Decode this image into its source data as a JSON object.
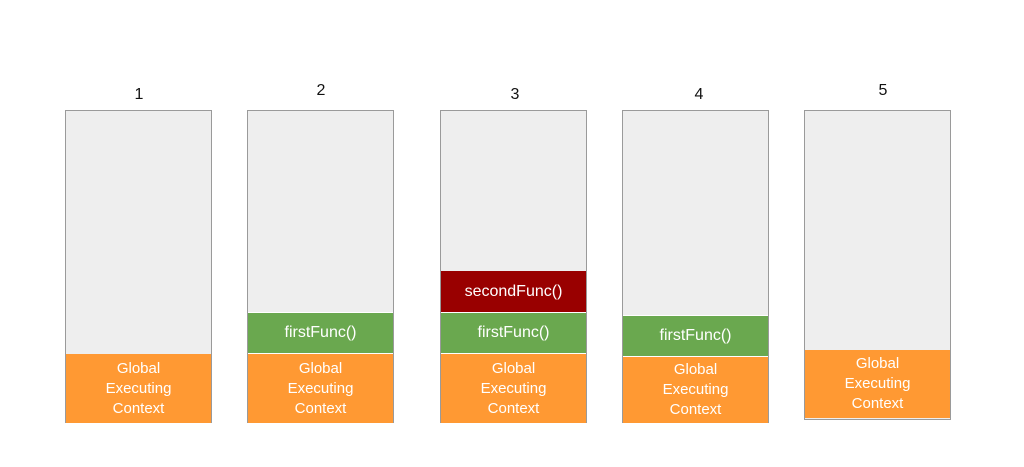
{
  "colors": {
    "global_frame": "#ff9933",
    "first_frame": "#6aa84f",
    "second_frame": "#990000",
    "stack_background": "#eeeeee"
  },
  "stacks": [
    {
      "number": "1",
      "frames": {
        "global": [
          "Global",
          "Executing",
          "Context"
        ]
      }
    },
    {
      "number": "2",
      "frames": {
        "global": [
          "Global",
          "Executing",
          "Context"
        ],
        "first": "firstFunc()"
      }
    },
    {
      "number": "3",
      "frames": {
        "global": [
          "Global",
          "Executing",
          "Context"
        ],
        "first": "firstFunc()",
        "second": "secondFunc()"
      }
    },
    {
      "number": "4",
      "frames": {
        "global": [
          "Global",
          "Executing",
          "Context"
        ],
        "first": "firstFunc()"
      }
    },
    {
      "number": "5",
      "frames": {
        "global": [
          "Global",
          "Executing",
          "Context"
        ]
      }
    }
  ]
}
